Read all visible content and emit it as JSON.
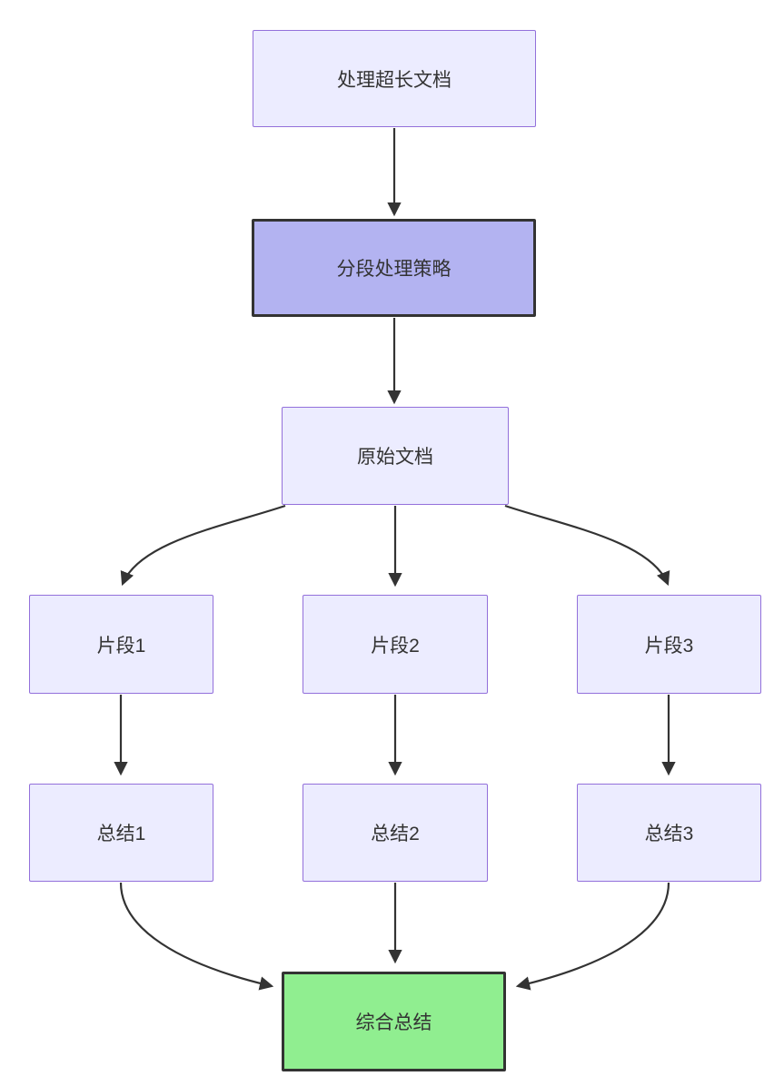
{
  "diagram": {
    "type": "flowchart",
    "direction": "top-down",
    "nodes": {
      "process_long_doc": {
        "label": "处理超长文档",
        "style": "light"
      },
      "segmentation_strategy": {
        "label": "分段处理策略",
        "style": "highlight"
      },
      "original_document": {
        "label": "原始文档",
        "style": "light"
      },
      "fragment_1": {
        "label": "片段1",
        "style": "light"
      },
      "fragment_2": {
        "label": "片段2",
        "style": "light"
      },
      "fragment_3": {
        "label": "片段3",
        "style": "light"
      },
      "summary_1": {
        "label": "总结1",
        "style": "light"
      },
      "summary_2": {
        "label": "总结2",
        "style": "light"
      },
      "summary_3": {
        "label": "总结3",
        "style": "light"
      },
      "final_summary": {
        "label": "综合总结",
        "style": "result"
      }
    },
    "edges": [
      {
        "from": "process_long_doc",
        "to": "segmentation_strategy"
      },
      {
        "from": "segmentation_strategy",
        "to": "original_document"
      },
      {
        "from": "original_document",
        "to": "fragment_1"
      },
      {
        "from": "original_document",
        "to": "fragment_2"
      },
      {
        "from": "original_document",
        "to": "fragment_3"
      },
      {
        "from": "fragment_1",
        "to": "summary_1"
      },
      {
        "from": "fragment_2",
        "to": "summary_2"
      },
      {
        "from": "fragment_3",
        "to": "summary_3"
      },
      {
        "from": "summary_1",
        "to": "final_summary"
      },
      {
        "from": "summary_2",
        "to": "final_summary"
      },
      {
        "from": "summary_3",
        "to": "final_summary"
      }
    ],
    "colors": {
      "node_fill": "#ECECFF",
      "node_border": "#9370DB",
      "highlight_fill": "#b3b3f1",
      "highlight_border": "#333333",
      "result_fill": "#90EE90",
      "result_border": "#333333",
      "edge": "#333333",
      "text": "#333333",
      "background": "#ffffff"
    }
  }
}
